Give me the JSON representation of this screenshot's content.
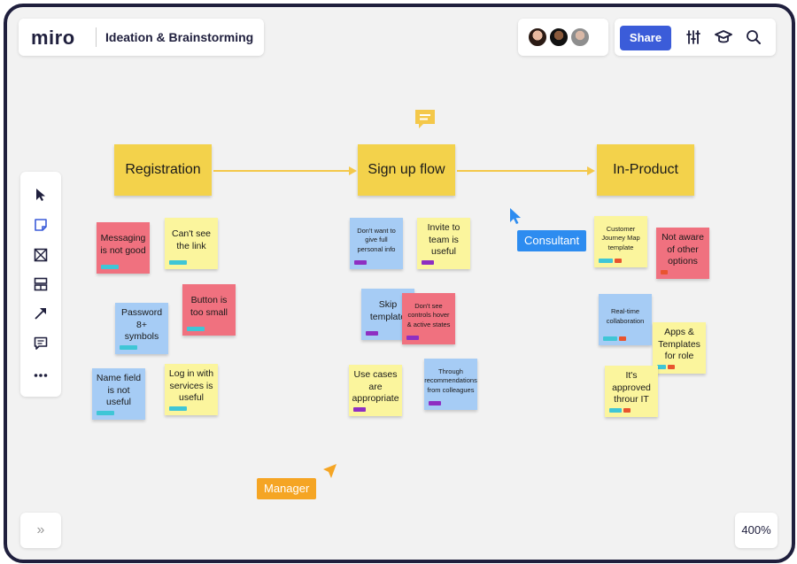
{
  "app": {
    "logo": "miro",
    "board_title": "Ideation & Brainstorming"
  },
  "header": {
    "share_label": "Share"
  },
  "toolbar": {
    "tools": [
      {
        "name": "select-tool",
        "icon": "cursor-arrow-icon"
      },
      {
        "name": "sticky-note-tool",
        "icon": "sticky-note-icon"
      },
      {
        "name": "frame-tool",
        "icon": "frame-icon"
      },
      {
        "name": "templates-tool",
        "icon": "templates-icon"
      },
      {
        "name": "connection-line-tool",
        "icon": "arrow-icon"
      },
      {
        "name": "comment-tool",
        "icon": "comment-icon"
      },
      {
        "name": "more-tools",
        "icon": "more-icon"
      }
    ]
  },
  "bottom": {
    "expand_label": "»",
    "zoom": "400%"
  },
  "columns": [
    {
      "title": "Registration"
    },
    {
      "title": "Sign up flow"
    },
    {
      "title": "In-Product"
    }
  ],
  "notes": [
    {
      "text": "Messaging is not good",
      "color": "red",
      "tags": [
        "#3fc6d6"
      ]
    },
    {
      "text": "Can't see the link",
      "color": "yellow",
      "tags": [
        "#3fc6d6"
      ]
    },
    {
      "text": "Password 8+ symbols",
      "color": "blue",
      "tags": [
        "#3fc6d6"
      ]
    },
    {
      "text": "Button is too small",
      "color": "red",
      "tags": [
        "#3fc6d6"
      ]
    },
    {
      "text": "Name field is not useful",
      "color": "blue",
      "tags": [
        "#3fc6d6"
      ]
    },
    {
      "text": "Log in with services is useful",
      "color": "yellow",
      "tags": [
        "#3fc6d6"
      ]
    },
    {
      "text": "Don't want to give full personal info",
      "color": "blue",
      "tags": [
        "#8e2fc2"
      ]
    },
    {
      "text": "Invite to team is useful",
      "color": "yellow",
      "tags": [
        "#8e2fc2"
      ]
    },
    {
      "text": "Skip template",
      "color": "blue",
      "tags": [
        "#8e2fc2"
      ]
    },
    {
      "text": "Don't see controls hover & active states",
      "color": "red",
      "tags": [
        "#8e2fc2"
      ]
    },
    {
      "text": "Use cases are appropriate",
      "color": "yellow",
      "tags": [
        "#8e2fc2"
      ]
    },
    {
      "text": "Through recommendations from colleagues",
      "color": "blue",
      "tags": [
        "#8e2fc2"
      ]
    },
    {
      "text": "Customer Journey Map template",
      "color": "yellow",
      "tags": [
        "#3fc6d6",
        "#e8542f"
      ]
    },
    {
      "text": "Not aware of other options",
      "color": "red",
      "tags": [
        "#e8542f"
      ]
    },
    {
      "text": "Real-time collaboration",
      "color": "blue",
      "tags": [
        "#3fc6d6",
        "#e8542f"
      ]
    },
    {
      "text": "Apps & Templates for role",
      "color": "yellow",
      "tags": [
        "#3fc6d6",
        "#e8542f"
      ]
    },
    {
      "text": "It's approved throur IT",
      "color": "yellow",
      "tags": [
        "#3fc6d6",
        "#e8542f"
      ]
    }
  ],
  "cursors": [
    {
      "label": "Consultant",
      "color": "#2d8cf0"
    },
    {
      "label": "Manager",
      "color": "#f5a524"
    }
  ],
  "colors": {
    "accent": "#3b5cd9",
    "connector": "#f4c84a",
    "frame": "#1f1f3d"
  }
}
